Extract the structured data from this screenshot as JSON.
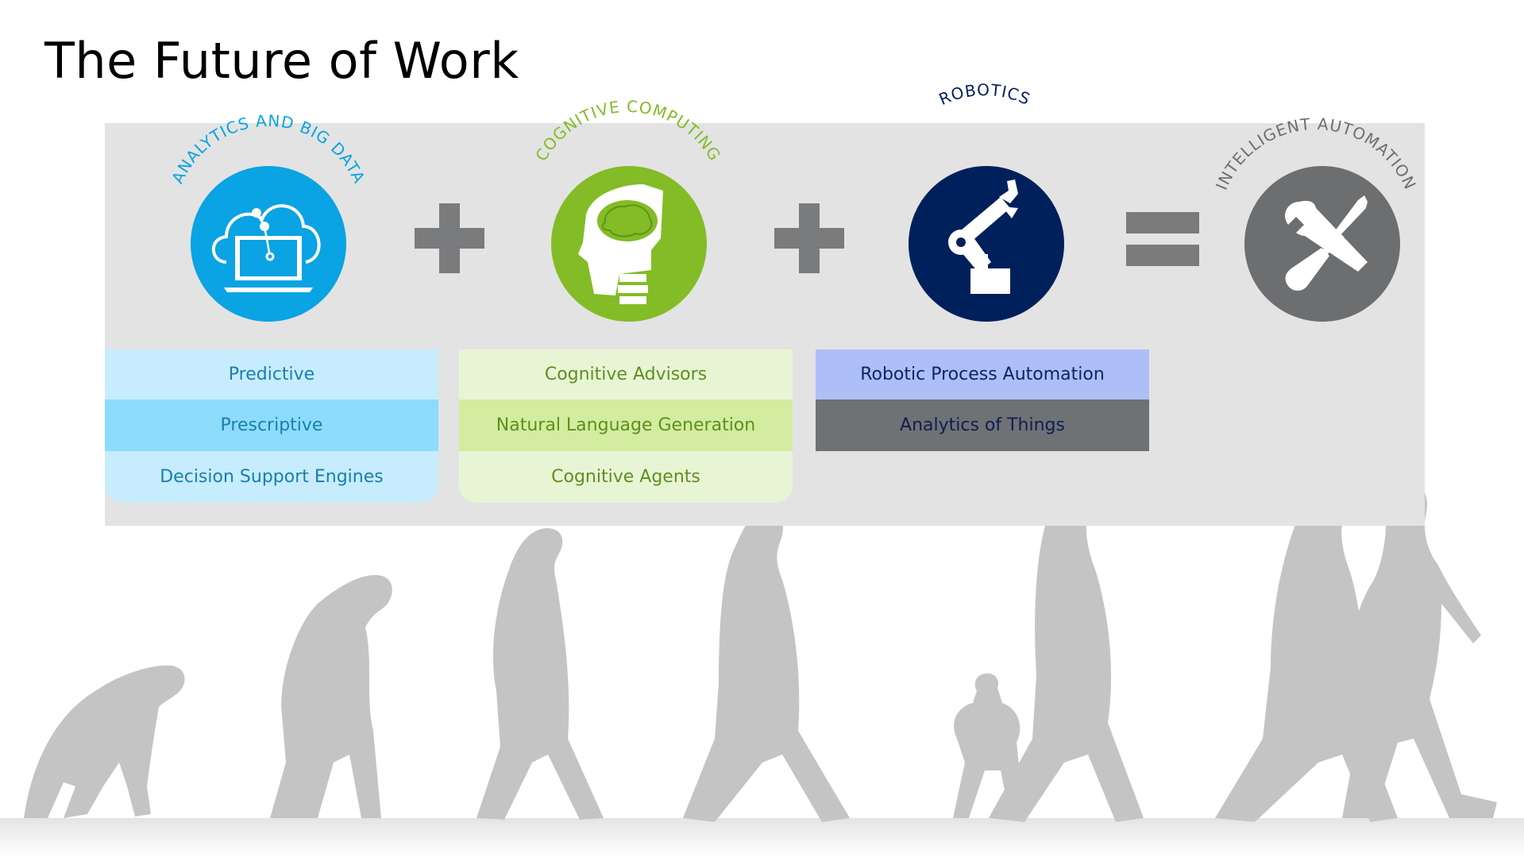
{
  "page": {
    "title": "The Future of Work"
  },
  "pillars": [
    {
      "id": "analytics",
      "label": "ANALYTICS AND BIG DATA",
      "color": "#0aa3e3",
      "icon": "cloud-laptop-icon"
    },
    {
      "id": "cognitive",
      "label": "COGNITIVE COMPUTING",
      "color": "#83bc26",
      "icon": "brain-head-icon"
    },
    {
      "id": "robotics",
      "label": "ROBOTICS",
      "color": "#00205c",
      "icon": "robot-arm-icon"
    },
    {
      "id": "intelligent",
      "label": "INTELLIGENT AUTOMATION",
      "color": "#6d6e70",
      "icon": "wrench-screwdriver-icon"
    }
  ],
  "operators": {
    "plus_color": "#7a7b7d",
    "equals_color": "#7a7b7d"
  },
  "capabilities": {
    "analytics": [
      "Predictive",
      "Prescriptive",
      "Decision Support Engines"
    ],
    "cognitive": [
      "Cognitive Advisors",
      "Natural Language Generation",
      "Cognitive Agents"
    ],
    "robotics": [
      "Robotic Process Automation",
      "Analytics of Things"
    ]
  },
  "background": {
    "panel_color": "#e3e3e3",
    "silhouette_color": "#c4c4c4"
  }
}
